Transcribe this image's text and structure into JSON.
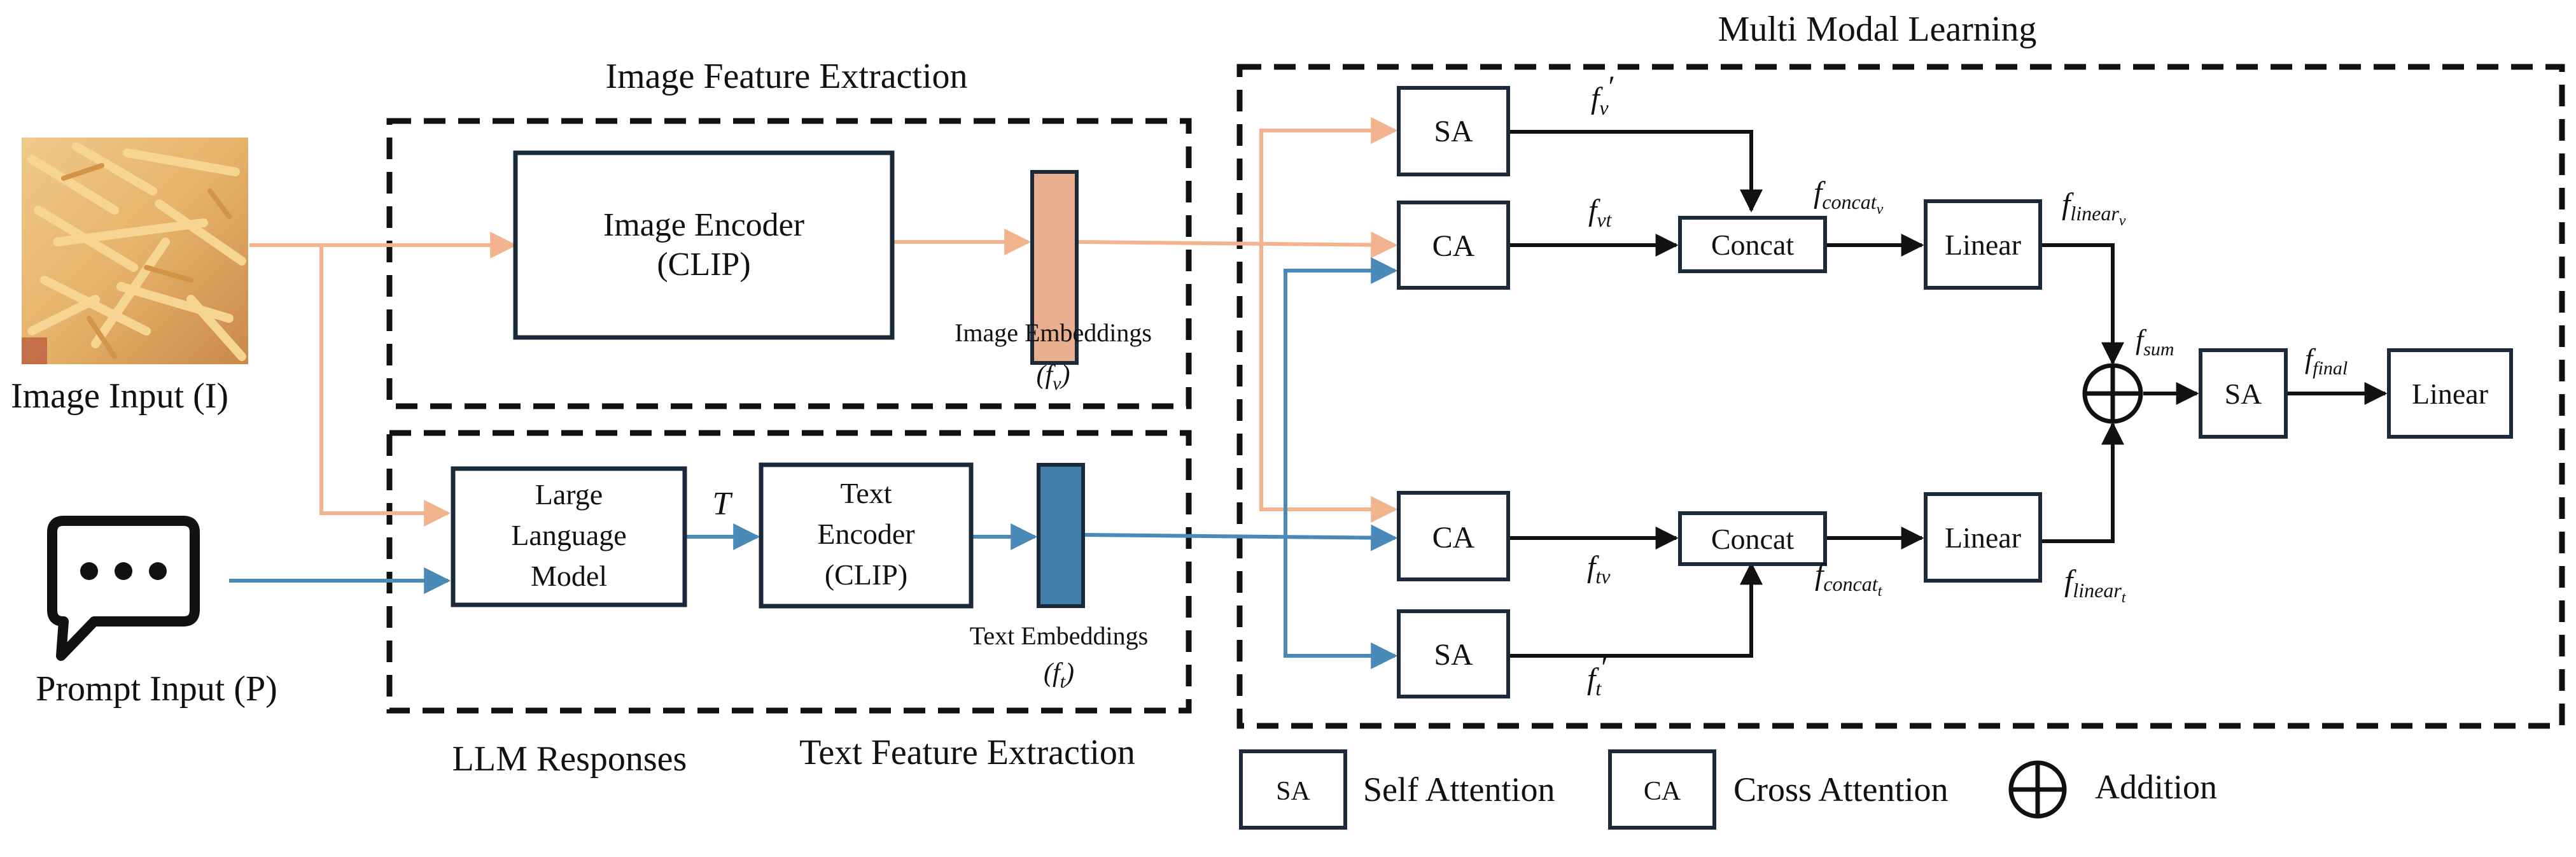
{
  "colors": {
    "image_arrow": "#f2b48e",
    "text_arrow": "#4a8ab8",
    "image_embed_fill": "#e8ae8e",
    "text_embed_fill": "#3f7faa",
    "stroke": "#1b2a3a"
  },
  "inputs": {
    "image_label": "Image Input (I)",
    "prompt_label": "Prompt Input (P)",
    "prompt_icon": "chat-bubble-icon"
  },
  "image_feature": {
    "title": "Image Feature Extraction",
    "encoder_line1": "Image Encoder",
    "encoder_line2": "(CLIP)",
    "embed_label": "Image Embeddings",
    "embed_symbol": "(f",
    "embed_sub": "v",
    "embed_close": ")"
  },
  "text_feature": {
    "title": "Text Feature Extraction",
    "llm_title": "LLM Responses",
    "llm_line1": "Large",
    "llm_line2": "Language",
    "llm_line3": "Model",
    "t_label": "T",
    "encoder_line1": "Text",
    "encoder_line2": "Encoder",
    "encoder_line3": "(CLIP)",
    "embed_label": "Text Embeddings",
    "embed_symbol": "(f",
    "embed_sub": "t",
    "embed_close": ")"
  },
  "mml": {
    "title": "Multi Modal Learning",
    "sa_top": "SA",
    "ca_top": "CA",
    "ca_bottom": "CA",
    "sa_bottom": "SA",
    "concat_top": "Concat",
    "concat_bottom": "Concat",
    "linear_top": "Linear",
    "linear_bottom": "Linear",
    "sa_final": "SA",
    "linear_final": "Linear",
    "f_v_prime_base": "f",
    "f_v_prime_sub": "v",
    "f_v_prime_mark": "′",
    "f_vt_base": "f",
    "f_vt_sub": "vt",
    "f_tv_base": "f",
    "f_tv_sub": "tv",
    "f_t_prime_base": "f",
    "f_t_prime_sub": "t",
    "f_t_prime_mark": "′",
    "f_concat_v_base": "f",
    "f_concat_v_sub": "concat",
    "f_concat_v_subsub": "v",
    "f_concat_t_base": "f",
    "f_concat_t_sub": "concat",
    "f_concat_t_subsub": "t",
    "f_linear_v_base": "f",
    "f_linear_v_sub": "linear",
    "f_linear_v_subsub": "v",
    "f_linear_t_base": "f",
    "f_linear_t_sub": "linear",
    "f_linear_t_subsub": "t",
    "f_sum_base": "f",
    "f_sum_sub": "sum",
    "f_final_base": "f",
    "f_final_sub": "final"
  },
  "legend": {
    "sa_box": "SA",
    "sa_text": "Self Attention",
    "ca_box": "CA",
    "ca_text": "Cross Attention",
    "add_text": "Addition"
  }
}
